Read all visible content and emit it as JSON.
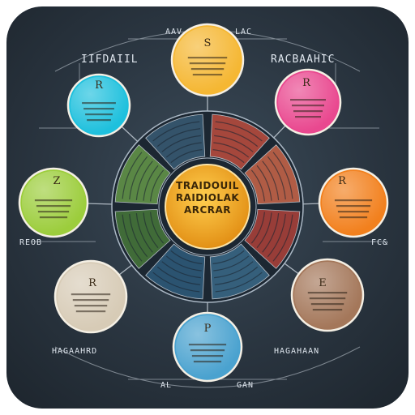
{
  "center": {
    "lines": [
      "TRAIDOUIL",
      "RAIDIOLAK",
      "ARCRAR"
    ]
  },
  "nodes": [
    {
      "id": "top",
      "glyph": "S",
      "color": "#f5b733"
    },
    {
      "id": "top-right",
      "glyph": "R",
      "color": "#e9488f"
    },
    {
      "id": "right",
      "glyph": "R",
      "color": "#f2801d"
    },
    {
      "id": "bottom-right",
      "glyph": "E",
      "color": "#a4775a"
    },
    {
      "id": "bottom",
      "glyph": "P",
      "color": "#4aa2cf"
    },
    {
      "id": "bottom-left",
      "glyph": "R",
      "color": "#d7cbb6"
    },
    {
      "id": "left",
      "glyph": "Z",
      "color": "#9ccd3c"
    },
    {
      "id": "top-left",
      "glyph": "R",
      "color": "#1ec0dd"
    }
  ],
  "annotations": {
    "top_left_title": "IIFDAIIL",
    "top_right_title": "RACBAAHIC",
    "left_ref": "REOB",
    "bottom_right_ref": "FC&",
    "bottom_left_label": "HAGAAHRD",
    "bottom_right_label": "HAGAHAAN",
    "bottom_left_small": "AL",
    "bottom_right_small": "GAN",
    "top_left_small": "AAV",
    "top_right_small": "LAC"
  },
  "colors": {
    "background": "#27323c",
    "line": "#c4cdd6",
    "center": "#f6a623"
  }
}
